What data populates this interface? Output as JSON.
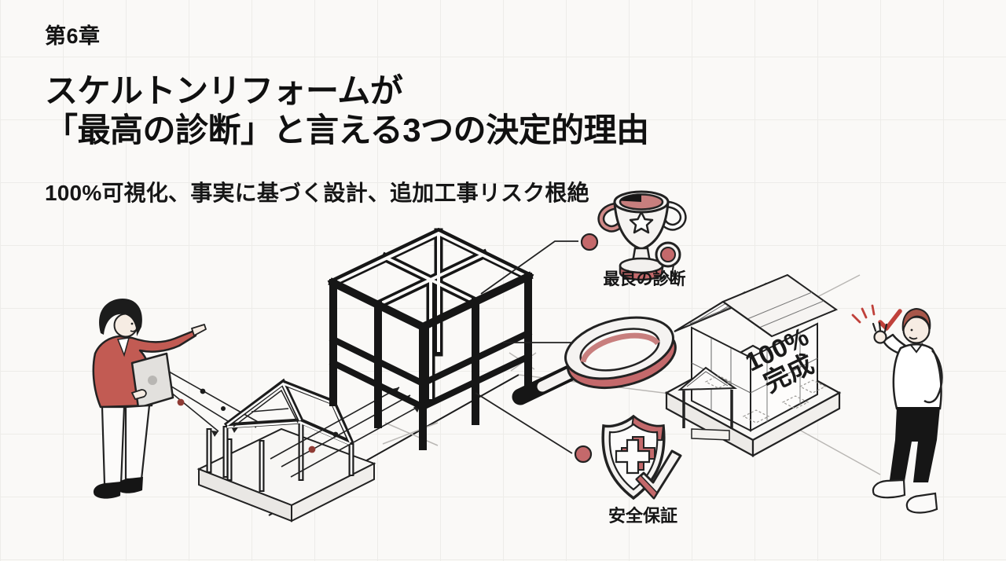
{
  "slide": {
    "chapter": "第6章",
    "title_line1": "スケルトンリフォームが",
    "title_line2": "「最高の診断」と言える3つの決定的理由",
    "subtitle": "100%可視化、事実に基づく設計、追加工事リスク根絶"
  },
  "diagram": {
    "benefit_labels": {
      "trophy": "最良の診断",
      "shield": "安全保証"
    },
    "house_caption": {
      "line1": "100%",
      "line2": "完成"
    },
    "icons": {
      "trophy": "trophy-icon",
      "magnifier": "magnifier-icon",
      "shield": "shield-icon",
      "check": "check-icon"
    },
    "colors": {
      "accent_red": "#C25B53",
      "icon_red": "#C4696B",
      "check_red": "#C0413B",
      "ink": "#1A1A1A",
      "background": "#FAF9F7",
      "grid": "#EDECE9"
    }
  }
}
